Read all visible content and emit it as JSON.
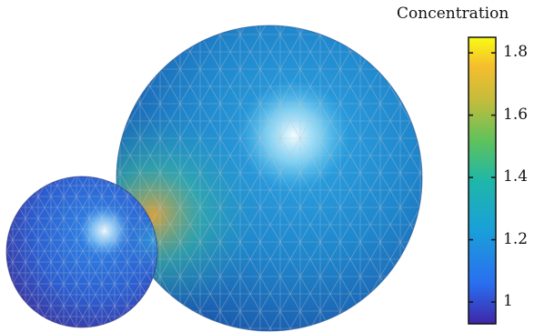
{
  "figure": {
    "colorbar": {
      "title": "Concentration",
      "tick_labels": [
        "1.8",
        "1.6",
        "1.4",
        "1.2",
        "1"
      ],
      "tick_values": [
        1.8,
        1.6,
        1.4,
        1.2,
        1.0
      ],
      "range": [
        0.93,
        1.85
      ],
      "colormap": [
        "#3e26a8",
        "#2a6ef0",
        "#1aa0d8",
        "#1fb7a8",
        "#5fc25b",
        "#c4bc3c",
        "#f5be2d",
        "#f9fb14"
      ]
    },
    "colors": {
      "large_sphere_base": "#1f86cc",
      "small_sphere_base": "#2c5fd0",
      "hotspot": "#d9a23a",
      "mesh_line": "#9a9a9a"
    }
  }
}
